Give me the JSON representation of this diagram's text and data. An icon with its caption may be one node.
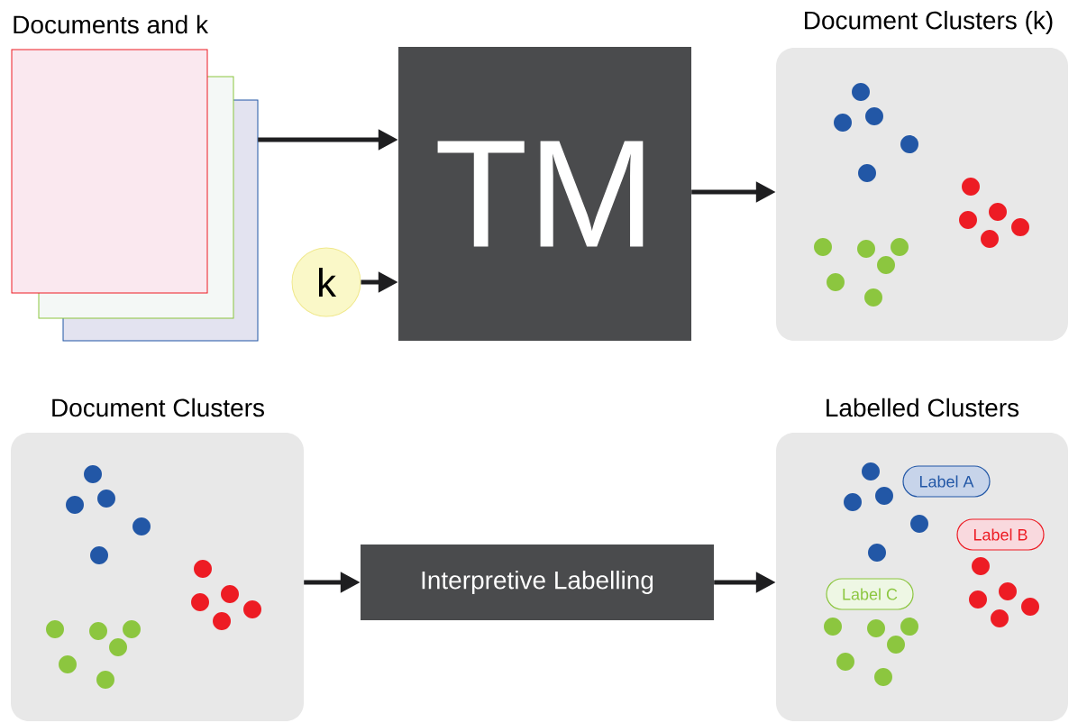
{
  "diagram": {
    "nodes": [
      {
        "text": [
          "Documents and k"
        ]
      },
      {
        "text": [
          "k"
        ]
      },
      {
        "text": [
          "TM"
        ]
      },
      {
        "text": [
          "Document Clusters (k)"
        ]
      },
      {
        "text": [
          "Document Clusters"
        ]
      },
      {
        "text": [
          "Interpretive Labelling"
        ]
      },
      {
        "text": [
          "Labelled Clusters"
        ]
      },
      {
        "text": [
          "Label A"
        ],
        "in": 6
      },
      {
        "text": [
          "Label B"
        ],
        "in": 6
      },
      {
        "text": [
          "Label C"
        ],
        "in": 6
      }
    ],
    "edges": [
      {
        "from": 0,
        "to": 2,
        "arrow": "to"
      },
      {
        "from": 1,
        "to": 2,
        "arrow": "to"
      },
      {
        "from": 2,
        "to": 3,
        "arrow": "to"
      },
      {
        "from": 4,
        "to": 5,
        "arrow": "to"
      },
      {
        "from": 5,
        "to": 6,
        "arrow": "to"
      }
    ]
  }
}
